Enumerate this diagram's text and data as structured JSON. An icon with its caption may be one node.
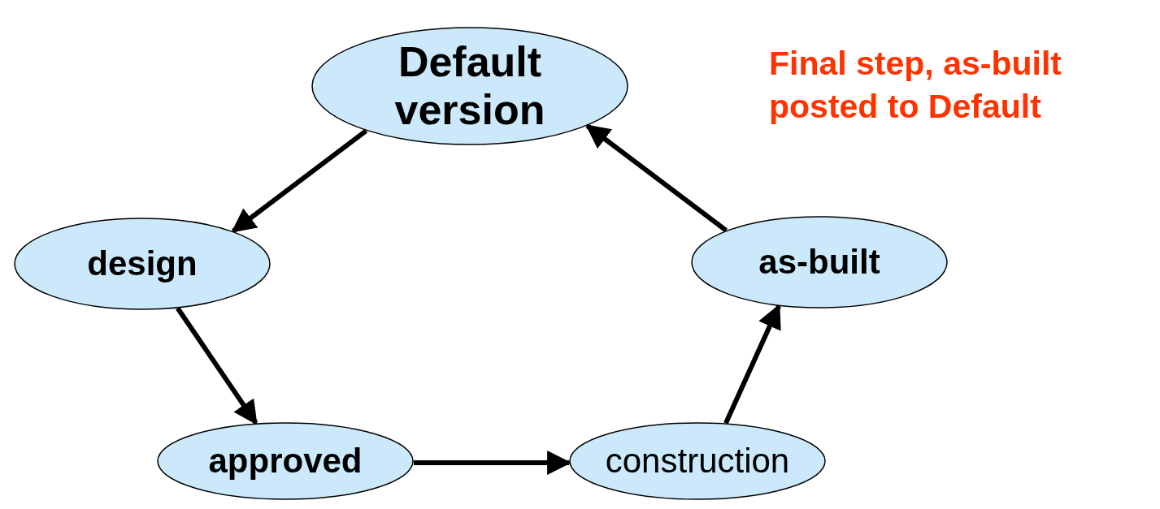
{
  "diagram": {
    "nodes": [
      {
        "text": [
          "Default version"
        ]
      },
      {
        "text": [
          "design"
        ]
      },
      {
        "text": [
          "approved"
        ]
      },
      {
        "text": [
          "construction"
        ]
      },
      {
        "text": [
          "as-built"
        ]
      }
    ],
    "edges": [
      {
        "from": 0,
        "to": 1,
        "arrow": "to"
      },
      {
        "from": 1,
        "to": 2,
        "arrow": "to"
      },
      {
        "from": 2,
        "to": 3,
        "arrow": "to"
      },
      {
        "from": 3,
        "to": 4,
        "arrow": "to"
      },
      {
        "from": 4,
        "to": 0,
        "arrow": "to"
      }
    ],
    "labels": [
      "Final step, as-built posted to Default"
    ]
  }
}
